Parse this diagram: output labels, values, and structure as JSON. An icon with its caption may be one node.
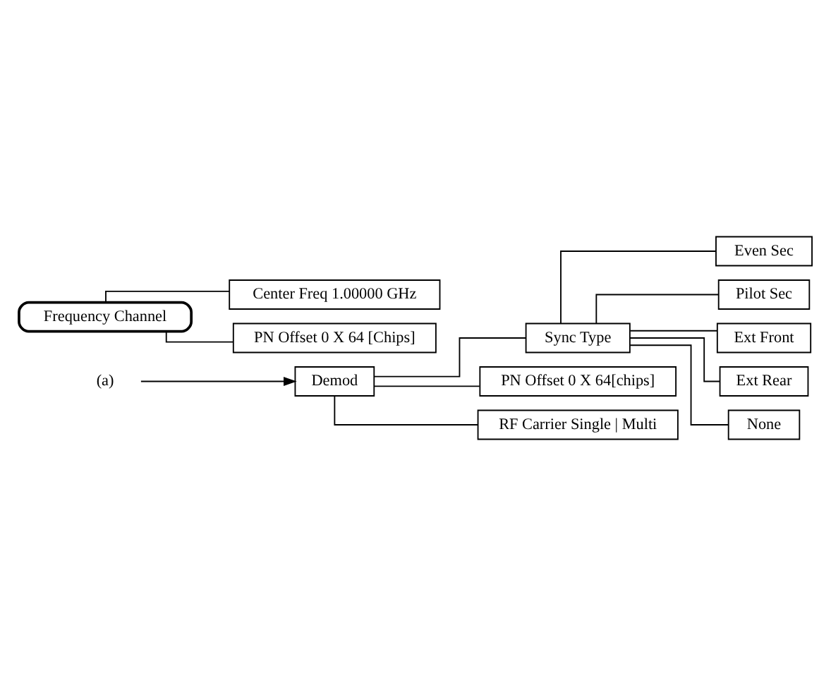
{
  "diagram": {
    "nodes": [
      {
        "text": [
          "(a)"
        ]
      },
      {
        "text": [
          "Demod"
        ]
      },
      {
        "text": [
          "Sync Type"
        ]
      },
      {
        "text": [
          "Even Sec"
        ]
      },
      {
        "text": [
          "Pilot Sec"
        ]
      },
      {
        "text": [
          "Ext Front"
        ]
      },
      {
        "text": [
          "Ext Rear"
        ]
      },
      {
        "text": [
          "None"
        ]
      },
      {
        "text": [
          "PN Offset 0 X 64[chips]"
        ]
      },
      {
        "text": [
          "RF Carrier Single | Multi"
        ]
      },
      {
        "text": [
          "Frequency Channel"
        ]
      },
      {
        "text": [
          "Center Freq 1.00000 GHz"
        ]
      },
      {
        "text": [
          "PN Offset 0 X 64 [Chips]"
        ]
      }
    ],
    "edges": [
      {
        "from": 0,
        "to": 1,
        "arrow": "to"
      },
      {
        "from": 1,
        "to": 2,
        "arrow": "none"
      },
      {
        "from": 2,
        "to": 3,
        "arrow": "none"
      },
      {
        "from": 2,
        "to": 4,
        "arrow": "none"
      },
      {
        "from": 2,
        "to": 5,
        "arrow": "none"
      },
      {
        "from": 2,
        "to": 6,
        "arrow": "none"
      },
      {
        "from": 2,
        "to": 7,
        "arrow": "none"
      },
      {
        "from": 1,
        "to": 8,
        "arrow": "none"
      },
      {
        "from": 1,
        "to": 9,
        "arrow": "none"
      },
      {
        "from": 10,
        "to": 11,
        "arrow": "none"
      },
      {
        "from": 10,
        "to": 12,
        "arrow": "none"
      }
    ]
  }
}
